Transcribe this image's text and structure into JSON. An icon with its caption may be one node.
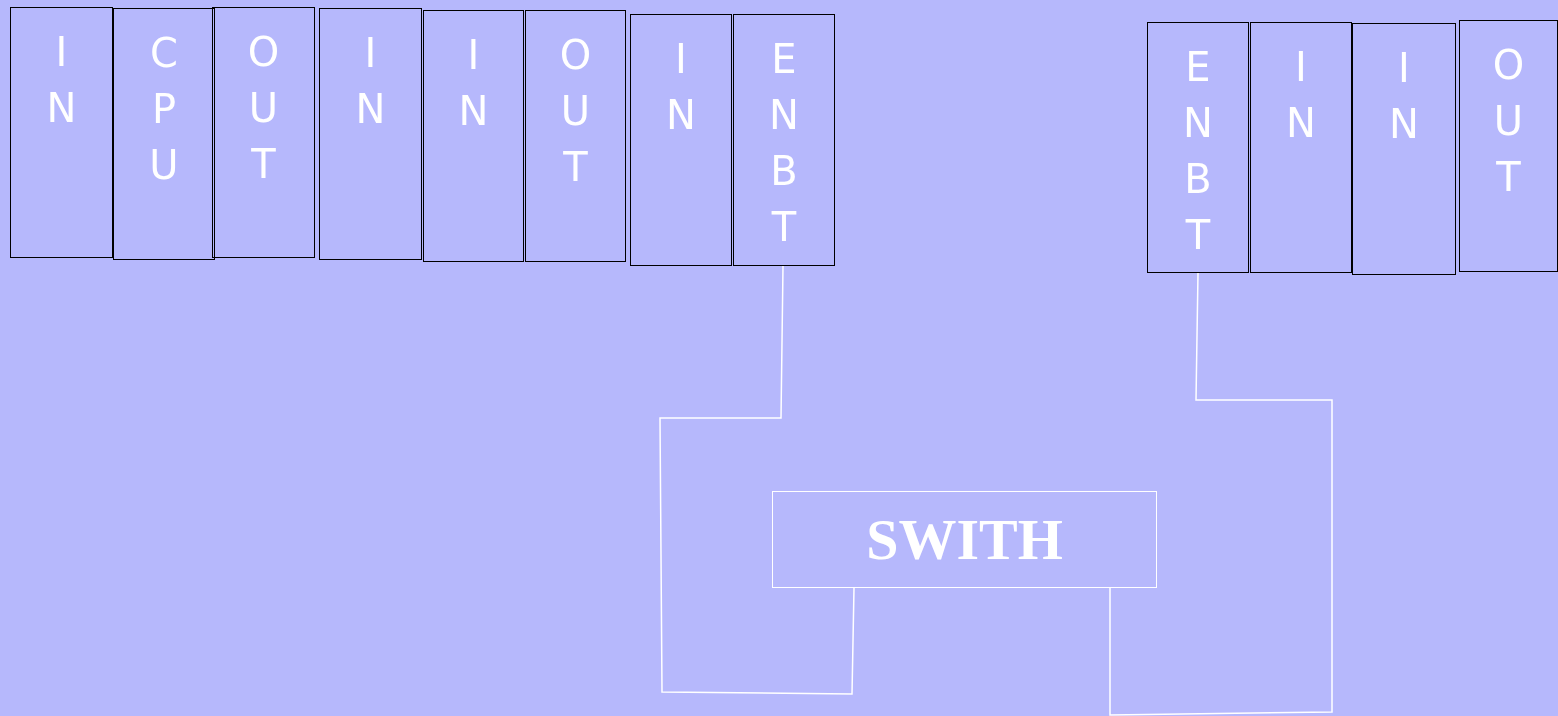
{
  "diagram": {
    "nodes": [
      {
        "text": [
          "IN"
        ]
      },
      {
        "text": [
          "CPU"
        ]
      },
      {
        "text": [
          "OUT"
        ]
      },
      {
        "text": [
          "IN"
        ]
      },
      {
        "text": [
          "IN"
        ]
      },
      {
        "text": [
          "OUT"
        ]
      },
      {
        "text": [
          "IN"
        ]
      },
      {
        "text": [
          "ENBT"
        ]
      },
      {
        "text": [
          "ENBT"
        ]
      },
      {
        "text": [
          "IN"
        ]
      },
      {
        "text": [
          "IN"
        ]
      },
      {
        "text": [
          "OUT"
        ]
      },
      {
        "text": [
          "SWITH"
        ]
      }
    ],
    "edges": [
      {
        "from": 7,
        "to": 12,
        "arrow": "none"
      },
      {
        "from": 8,
        "to": 12,
        "arrow": "none"
      }
    ]
  }
}
